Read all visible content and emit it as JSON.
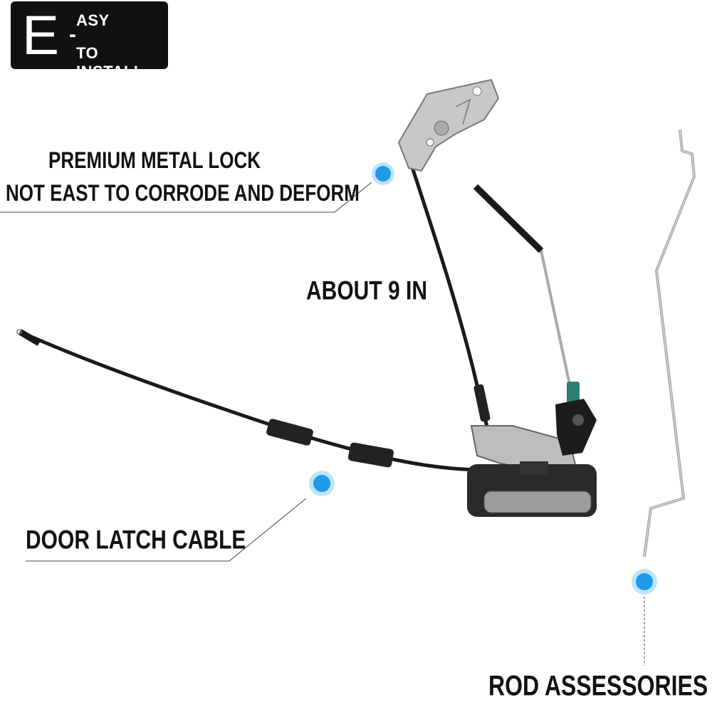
{
  "badge": {
    "letter": "E",
    "dash": "-",
    "line1": "ASY",
    "line2": "TO INSTALL"
  },
  "labels": {
    "premium_line1": "PREMIUM METAL LOCK",
    "premium_line2": "NOT EAST TO CORRODE AND DEFORM",
    "length": "ABOUT 9 IN",
    "door_latch": "DOOR LATCH CABLE",
    "rod": "ROD ASSESSORIES"
  },
  "colors": {
    "marker": "#1e9be8",
    "marker_halo": "#bfe3fa",
    "cable": "#1a1a1a",
    "metal": "#b9b9b9",
    "clip": "#2e7d72"
  }
}
